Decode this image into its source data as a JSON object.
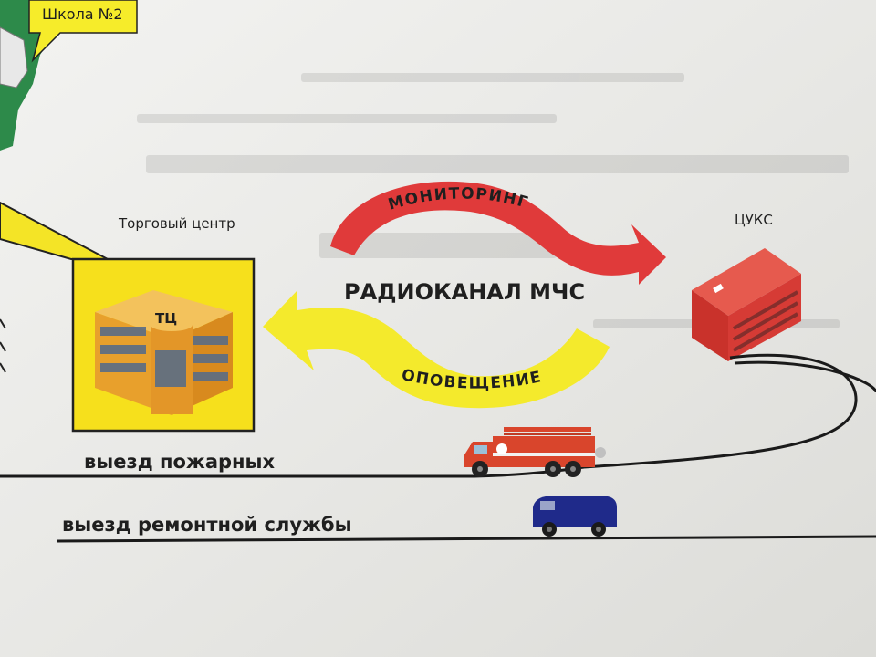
{
  "callout": {
    "text": "Школа №2"
  },
  "mall": {
    "caption": "Торговый центр",
    "building_label": "ТЦ"
  },
  "center": {
    "caption": "ЦУКС"
  },
  "channel": {
    "title": "РАДИОКАНАЛ МЧС"
  },
  "arrows": {
    "monitoring": {
      "label": "МОНИТОРИНГ",
      "color": "#e03a3a"
    },
    "alert": {
      "label": "ОПОВЕЩЕНИЕ",
      "color": "#f4ea2c"
    }
  },
  "routes": {
    "fire": {
      "label": "выезд пожарных"
    },
    "repair": {
      "label": "выезд ремонтной службы"
    }
  },
  "colors": {
    "mall_yellow": "#f6e01c",
    "building_orange": "#e8a02c",
    "center_red": "#d63b35",
    "truck_red": "#d9452c",
    "van_blue": "#1f2a8a"
  }
}
